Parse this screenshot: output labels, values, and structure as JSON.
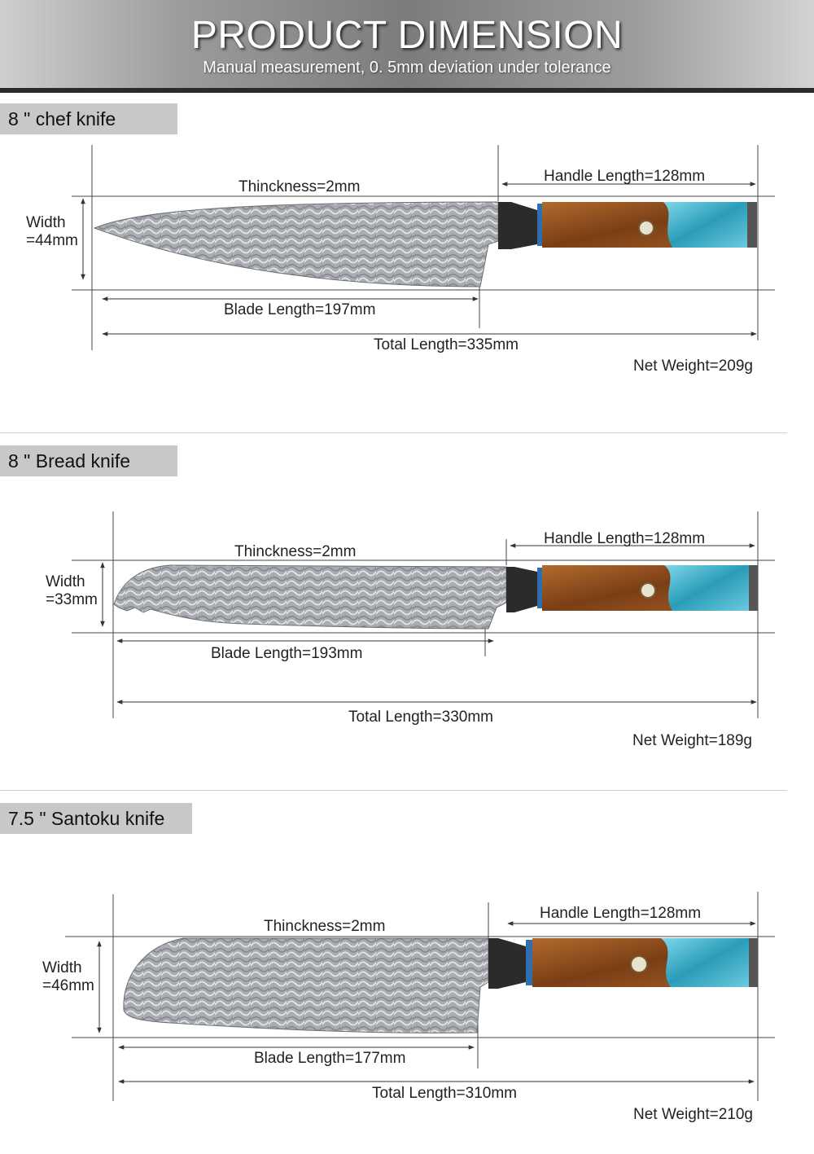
{
  "header": {
    "title": "PRODUCT DIMENSION",
    "subtitle": "Manual measurement, 0. 5mm deviation under tolerance"
  },
  "knives": [
    {
      "name": "8 \" chef knife",
      "thickness": "Thinckness=2mm",
      "handle_length": "Handle Length=128mm",
      "width_label": "Width",
      "width_value": "=44mm",
      "blade_length": "Blade Length=197mm",
      "total_length": "Total Length=335mm",
      "net_weight": "Net Weight=209g"
    },
    {
      "name": "8 \" Bread knife",
      "thickness": "Thinckness=2mm",
      "handle_length": "Handle Length=128mm",
      "width_label": "Width",
      "width_value": "=33mm",
      "blade_length": "Blade Length=193mm",
      "total_length": "Total Length=330mm",
      "net_weight": "Net Weight=189g"
    },
    {
      "name": "7.5 \" Santoku knife",
      "thickness": "Thinckness=2mm",
      "handle_length": "Handle Length=128mm",
      "width_label": "Width",
      "width_value": "=46mm",
      "blade_length": "Blade Length=177mm",
      "total_length": "Total Length=310mm",
      "net_weight": "Net Weight=210g"
    }
  ],
  "colors": {
    "steel": "#a9adb1",
    "wood": "#8a4a1c",
    "resin": "#3fb0c8",
    "bolster": "#2b2b2b"
  }
}
